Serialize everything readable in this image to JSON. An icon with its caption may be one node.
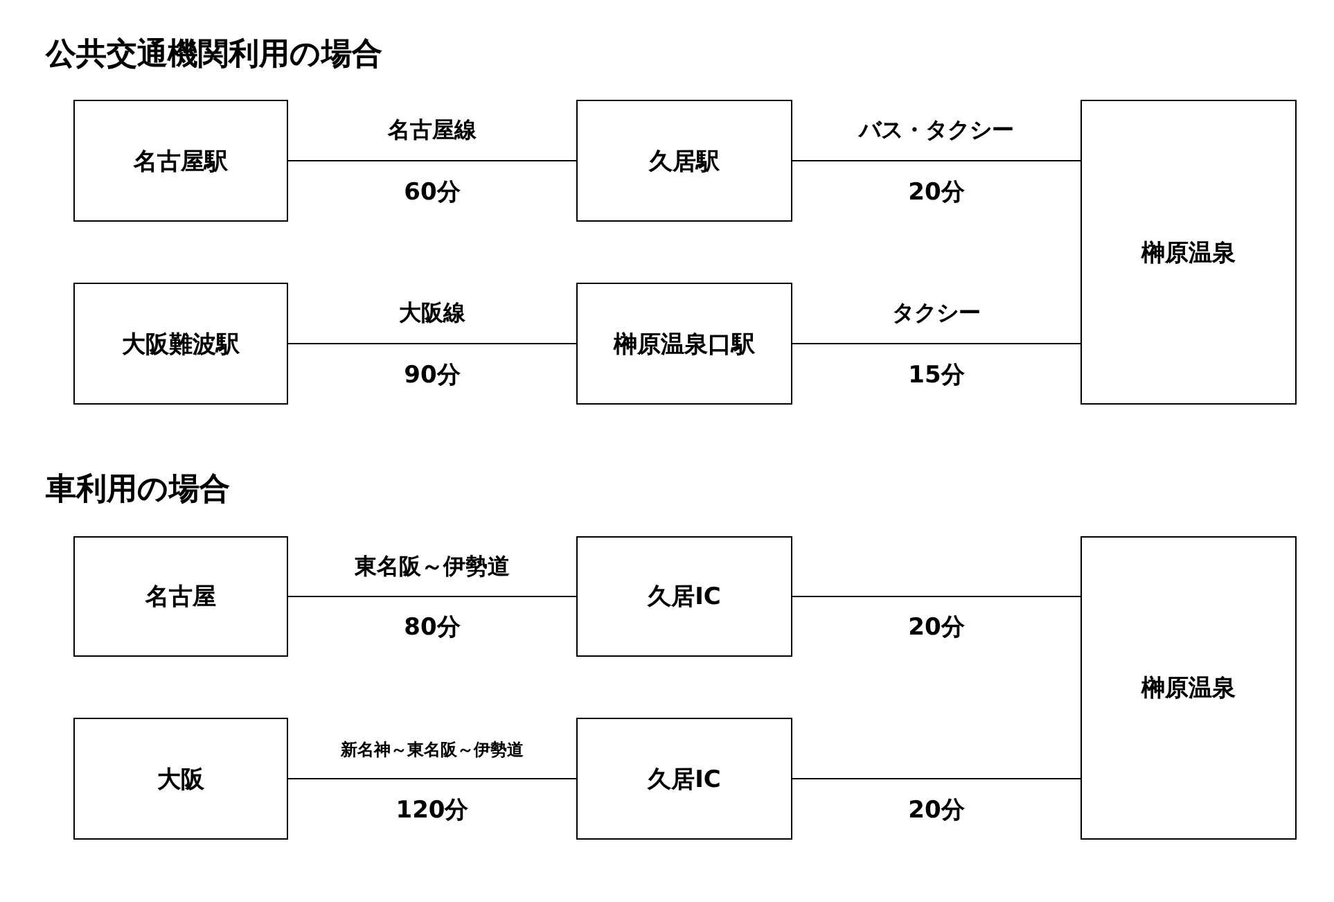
{
  "diagram": {
    "nodes": [
      {
        "text": [
          "名古屋駅"
        ]
      },
      {
        "text": [
          "久居駅"
        ]
      },
      {
        "text": [
          "榊原温泉"
        ]
      },
      {
        "text": [
          "大阪難波駅"
        ]
      },
      {
        "text": [
          "榊原温泉口駅"
        ]
      },
      {
        "text": [
          "名古屋"
        ]
      },
      {
        "text": [
          "久居IC"
        ]
      },
      {
        "text": [
          "榊原温泉"
        ]
      },
      {
        "text": [
          "大阪"
        ]
      },
      {
        "text": [
          "久居IC"
        ]
      }
    ],
    "edges": [
      {
        "from": 0,
        "to": 1,
        "arrow": "none",
        "label": "名古屋線"
      },
      {
        "from": 1,
        "to": 2,
        "arrow": "none",
        "label": "バス・タクシー"
      },
      {
        "from": 3,
        "to": 4,
        "arrow": "none",
        "label": "大阪線"
      },
      {
        "from": 4,
        "to": 2,
        "arrow": "none",
        "label": "タクシー"
      },
      {
        "from": 5,
        "to": 6,
        "arrow": "none",
        "label": "東名阪～伊勢道"
      },
      {
        "from": 6,
        "to": 7,
        "arrow": "none"
      },
      {
        "from": 8,
        "to": 9,
        "arrow": "none",
        "label": "新名神～東名阪～伊勢道"
      },
      {
        "from": 9,
        "to": 7,
        "arrow": "none"
      }
    ],
    "labels": [
      "公共交通機関利用の場合",
      "60分",
      "20分",
      "90分",
      "15分",
      "車利用の場合",
      "80分",
      "20分",
      "120分",
      "20分"
    ]
  }
}
